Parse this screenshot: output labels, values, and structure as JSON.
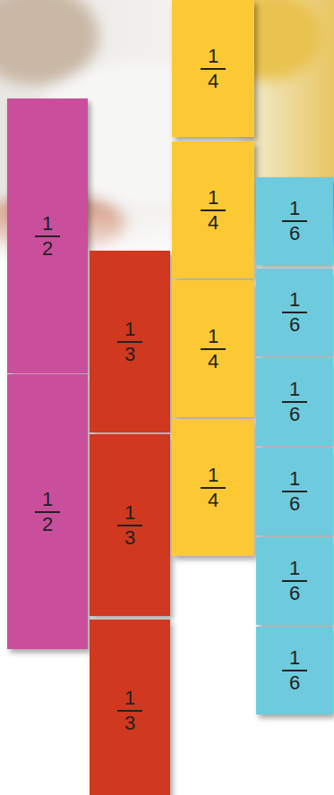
{
  "diagram": {
    "nodes": [
      {
        "text": [
          "1",
          "2"
        ]
      },
      {
        "text": [
          "1",
          "2"
        ]
      },
      {
        "text": [
          "1",
          "3"
        ]
      },
      {
        "text": [
          "1",
          "3"
        ]
      },
      {
        "text": [
          "1",
          "3"
        ]
      },
      {
        "text": [
          "1",
          "4"
        ]
      },
      {
        "text": [
          "1",
          "4"
        ]
      },
      {
        "text": [
          "1",
          "4"
        ]
      },
      {
        "text": [
          "1",
          "4"
        ]
      },
      {
        "text": [
          "1",
          "6"
        ]
      },
      {
        "text": [
          "1",
          "6"
        ]
      },
      {
        "text": [
          "1",
          "6"
        ]
      },
      {
        "text": [
          "1",
          "6"
        ]
      },
      {
        "text": [
          "1",
          "6"
        ]
      },
      {
        "text": [
          "1",
          "6"
        ]
      }
    ]
  }
}
